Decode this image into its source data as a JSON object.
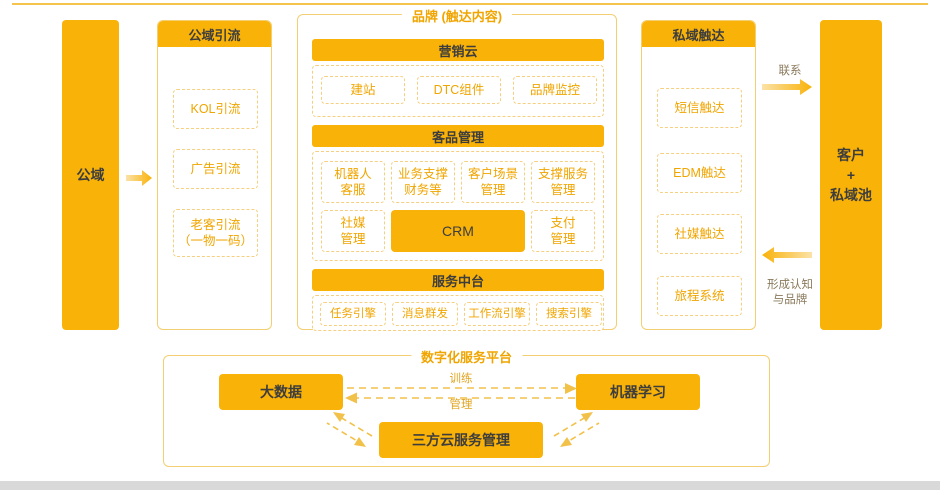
{
  "diagram": {
    "public_domain_block": "公域",
    "customer_pool_block": "客户\n+\n私域池",
    "columns": {
      "public_traffic": {
        "title": "公域引流",
        "items": [
          "KOL引流",
          "广告引流",
          "老客引流\n（一物一码）"
        ]
      },
      "private_reach": {
        "title": "私域触达",
        "items": [
          "短信触达",
          "EDM触达",
          "社媒触达",
          "旅程系统"
        ]
      }
    },
    "brand_group": {
      "caption": "品牌 (触达内容)",
      "bands": [
        {
          "title": "营销云",
          "items": [
            "建站",
            "DTC组件",
            "品牌监控"
          ]
        },
        {
          "title": "客品管理",
          "row1": [
            "机器人\n客服",
            "业务支撑\n财务等",
            "客户场景\n管理",
            "支撑服务\n管理"
          ],
          "row2_left": "社媒\n管理",
          "row2_center": "CRM",
          "row2_right": "支付\n管理"
        },
        {
          "title": "服务中台",
          "items": [
            "任务引擎",
            "消息群发",
            "工作流引擎",
            "搜索引擎"
          ]
        }
      ]
    },
    "platform_group": {
      "caption": "数字化服务平台",
      "big_data": "大数据",
      "machine_learning": "机器学习",
      "third_party_cloud": "三方云服务管理",
      "edge_top": "训练",
      "edge_bottom": "管理"
    },
    "flow_labels": {
      "contact": "联系",
      "awareness": "形成认知\n与品牌"
    },
    "colors": {
      "accent": "#f9b208",
      "accent_border": "#f3cf72",
      "dashed": "#f6cf80",
      "text_dark": "#3d3d3d",
      "text_orange": "#f0a500",
      "bottom_bar": "#d9d9d9"
    }
  }
}
